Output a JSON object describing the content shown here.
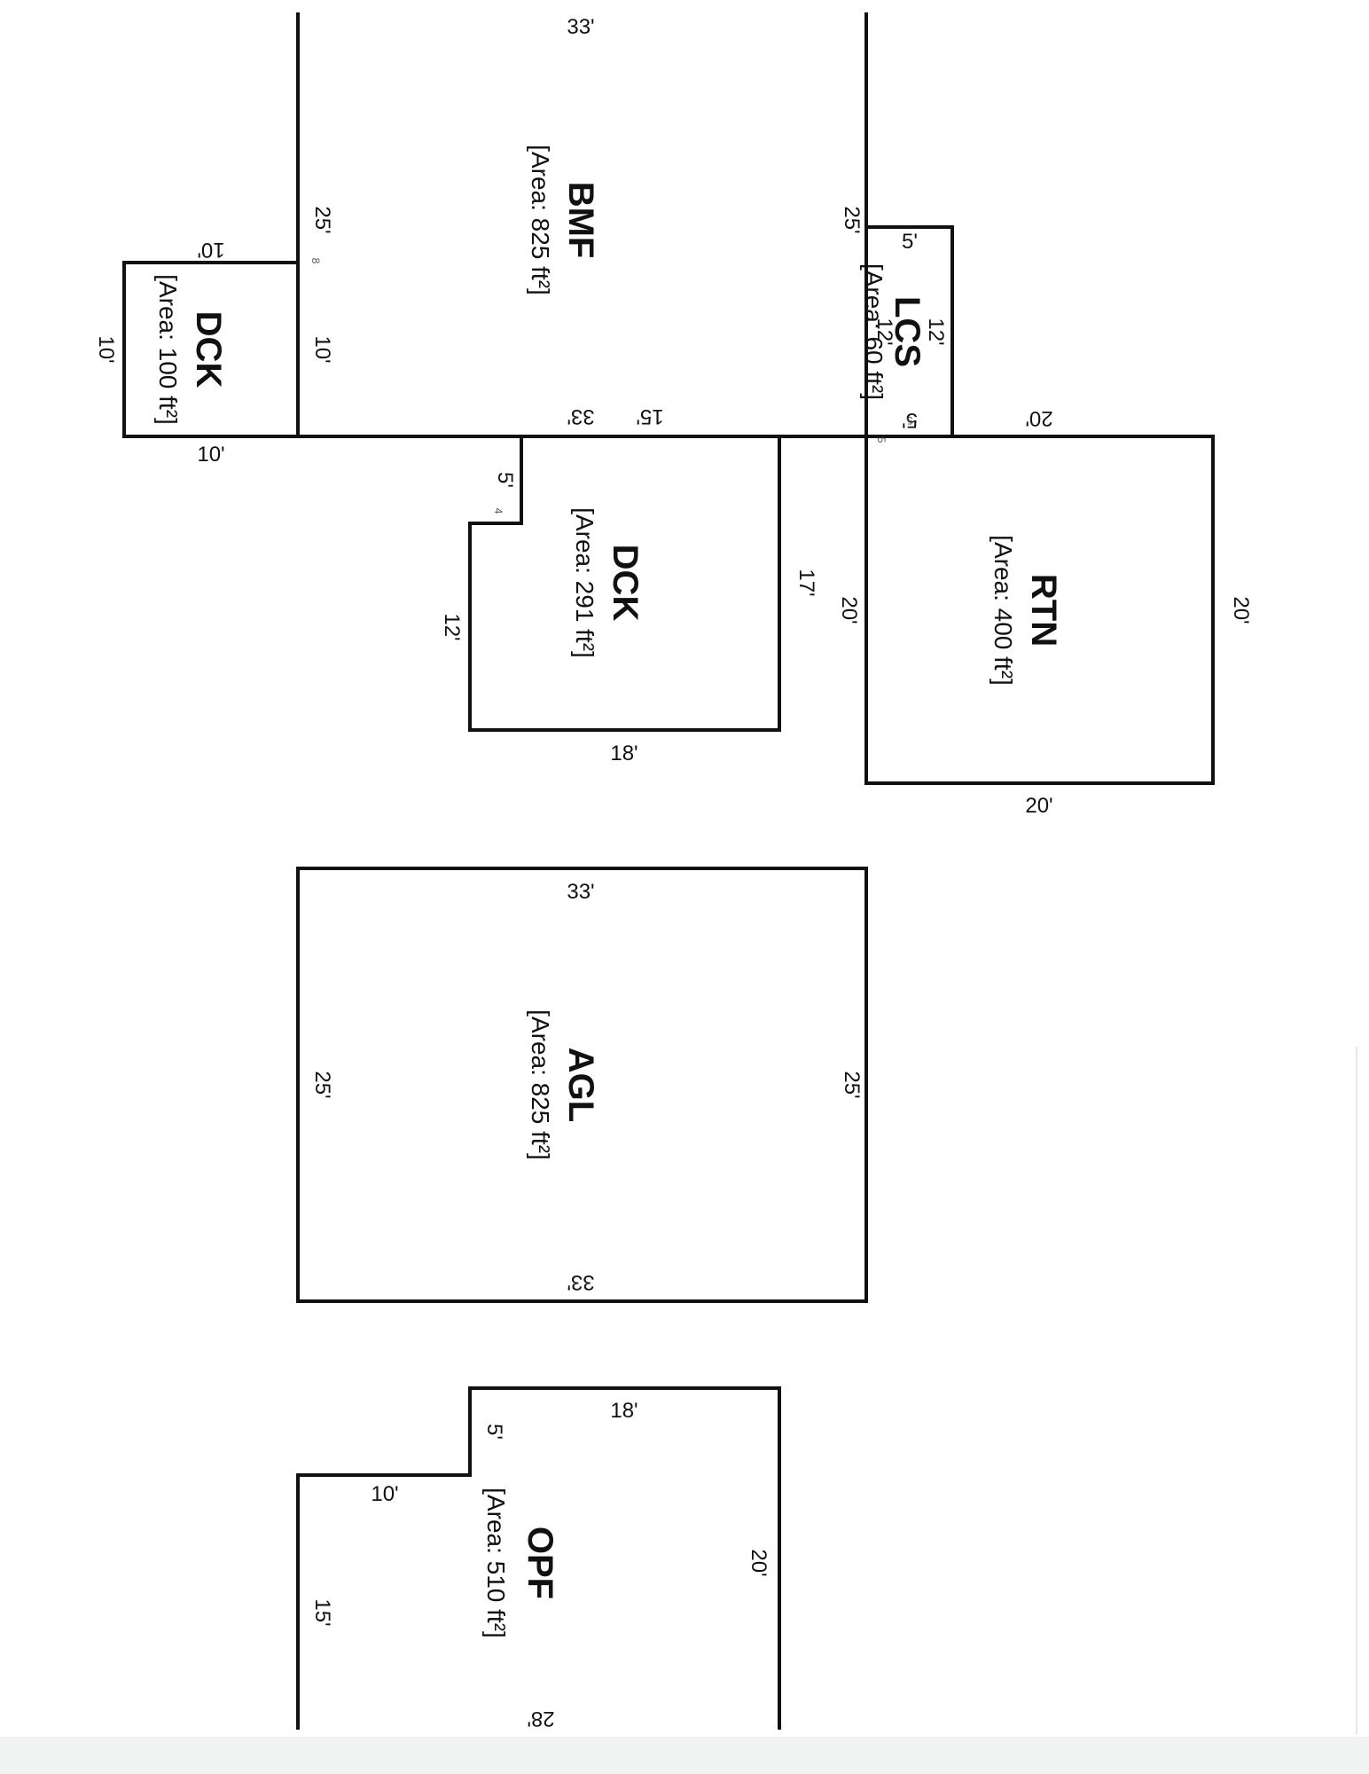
{
  "colors": {
    "ink": "#111111",
    "paper": "#ffffff",
    "scan_band": "#f1f3f2"
  },
  "area_prefix": "[Area: ",
  "area_suffix": " ft²]",
  "rooms": [
    {
      "id": "bmf",
      "code": "BMF",
      "area": "825",
      "dims": {
        "top": "33'",
        "left": "25'",
        "right": "25'",
        "bottom": "33'"
      }
    },
    {
      "id": "dck-small",
      "code": "DCK",
      "area": "100",
      "dims": {
        "top": "10'",
        "left": "10'",
        "right": "10'",
        "bottom": "10'"
      }
    },
    {
      "id": "lcs",
      "code": "LCS",
      "area": "60",
      "dims": {
        "top": "5'",
        "left": "12'",
        "right": "12'",
        "bottom": "5'"
      }
    },
    {
      "id": "dck-large",
      "code": "DCK",
      "area": "291",
      "dims": {
        "top": "15'",
        "step_h": "5'",
        "step_v": "12'",
        "right": "17'",
        "bottom": "18'"
      }
    },
    {
      "id": "rtn",
      "code": "RTN",
      "area": "400",
      "dims": {
        "top": "20'",
        "left": "20'",
        "right": "20'",
        "bottom": "20'"
      }
    },
    {
      "id": "agl",
      "code": "AGL",
      "area": "825",
      "dims": {
        "top": "33'",
        "left": "25'",
        "right": "25'",
        "bottom": "33'"
      }
    },
    {
      "id": "opf",
      "code": "OPF",
      "area": "510",
      "dims": {
        "top": "18'",
        "step_v": "5'",
        "step_h": "10'",
        "left": "15'",
        "right": "20'",
        "bottom": "28'"
      }
    }
  ],
  "scan_ticks": {
    "a": "8",
    "b": "5",
    "c": "4",
    "d": "5"
  }
}
